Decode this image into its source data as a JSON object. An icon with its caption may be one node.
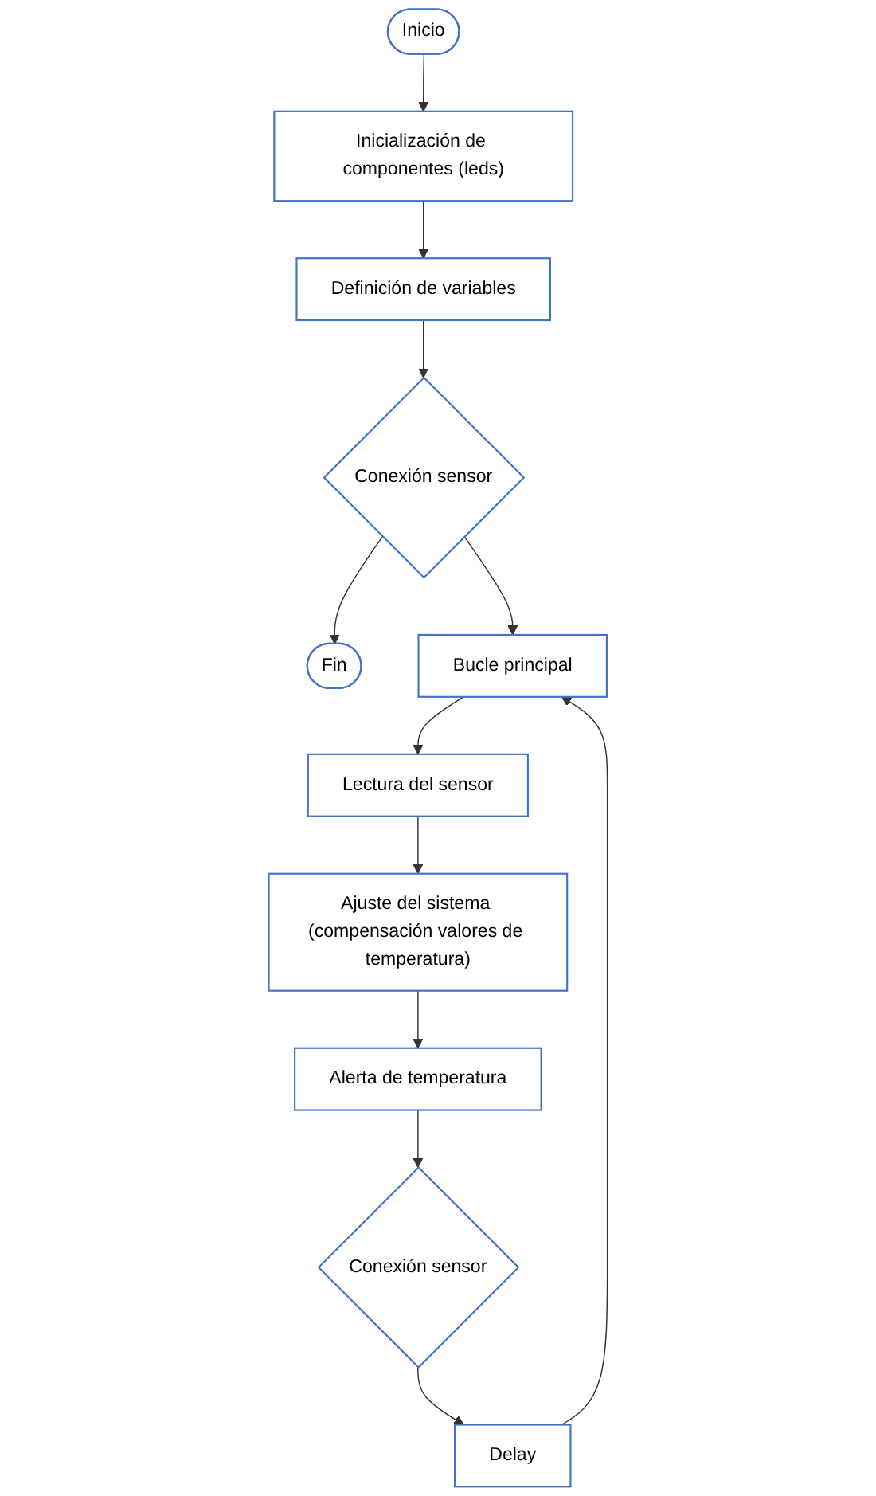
{
  "diagram": {
    "nodes": [
      {
        "text": [
          "Inicio"
        ]
      },
      {
        "text": [
          "Inicialización de componentes (leds)"
        ]
      },
      {
        "text": [
          "Definición de variables"
        ]
      },
      {
        "text": [
          "Conexión sensor"
        ]
      },
      {
        "text": [
          "Fin"
        ]
      },
      {
        "text": [
          "Bucle principal"
        ]
      },
      {
        "text": [
          "Lectura del sensor"
        ]
      },
      {
        "text": [
          "Ajuste del sistema (compensación valores de temperatura)"
        ]
      },
      {
        "text": [
          "Alerta de temperatura"
        ]
      },
      {
        "text": [
          "Conexión sensor"
        ]
      },
      {
        "text": [
          "Delay"
        ]
      }
    ],
    "edges": [
      {
        "from": 0,
        "to": 1,
        "arrow": "to"
      },
      {
        "from": 1,
        "to": 2,
        "arrow": "to"
      },
      {
        "from": 2,
        "to": 3,
        "arrow": "to"
      },
      {
        "from": 3,
        "to": 4,
        "arrow": "to"
      },
      {
        "from": 3,
        "to": 5,
        "arrow": "to"
      },
      {
        "from": 5,
        "to": 6,
        "arrow": "to"
      },
      {
        "from": 6,
        "to": 7,
        "arrow": "to"
      },
      {
        "from": 7,
        "to": 8,
        "arrow": "to"
      },
      {
        "from": 8,
        "to": 9,
        "arrow": "to"
      },
      {
        "from": 9,
        "to": 10,
        "arrow": "to"
      },
      {
        "from": 10,
        "to": 5,
        "arrow": "to"
      }
    ]
  }
}
